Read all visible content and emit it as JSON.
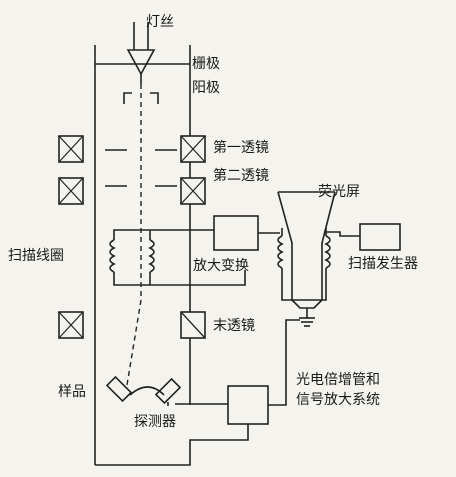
{
  "labels": {
    "filament": "灯丝",
    "grid": "栅极",
    "anode": "阳极",
    "lens1": "第一透镜",
    "lens2": "第二透镜",
    "screen": "荧光屏",
    "scan_coil": "扫描线圈",
    "amplifier": "放大变换",
    "scan_generator": "扫描发生器",
    "final_lens": "末透镜",
    "pmt_line1": "光电倍增管和",
    "pmt_line2": "信号放大系统",
    "sample": "样品",
    "detector": "探测器"
  }
}
